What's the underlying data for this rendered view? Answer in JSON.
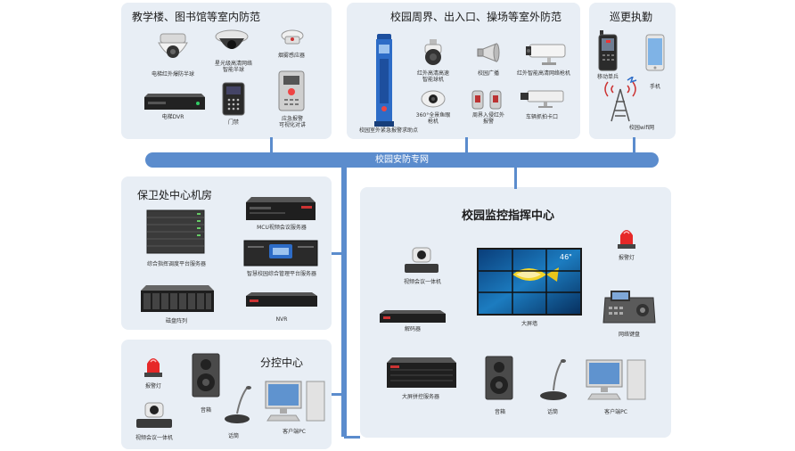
{
  "network": {
    "bus_label": "校园安防专网",
    "bus_color": "#5b8ccd",
    "panel_color": "#e8eef5"
  },
  "panels": {
    "indoor": {
      "title": "教学楼、图书馆等室内防范",
      "items": [
        "电梯红外爆防半球",
        "星光级高清网络\n智能半球",
        "烟雾感应器",
        "电梯DVR",
        "门禁",
        "应急报警\n可视化对讲"
      ]
    },
    "outdoor": {
      "title": "校园周界、出入口、操场等室外防范",
      "items": [
        "校园室外紧急报警求助点",
        "红外高清高速\n智能球机",
        "校园广播",
        "红外智能高清网络枪机",
        "360°全景鱼眼\n枪机",
        "周界入侵红外\n报警",
        "车辆抓拍卡口"
      ]
    },
    "patrol": {
      "title": "巡更执勤",
      "items": [
        "移动单兵",
        "手机",
        "校园wifi网"
      ]
    },
    "security_room": {
      "title": "保卫处中心机房",
      "items": [
        "MCU视频会议服务器",
        "综合指挥调度平台服务器",
        "智慧校园综合管理平台服务器",
        "磁盘阵列",
        "NVR"
      ]
    },
    "sub_center": {
      "title": "分控中心",
      "items": [
        "报警灯",
        "音箱",
        "视频会议一体机",
        "话筒",
        "客户端PC"
      ]
    },
    "command_center": {
      "title": "校园监控指挥中心",
      "screen_size": "46\"",
      "items": [
        "视频会议一体机",
        "报警灯",
        "解码器",
        "大屏墙",
        "网络键盘",
        "大屏拼控服务器",
        "音箱",
        "话筒",
        "客户端PC"
      ]
    }
  }
}
